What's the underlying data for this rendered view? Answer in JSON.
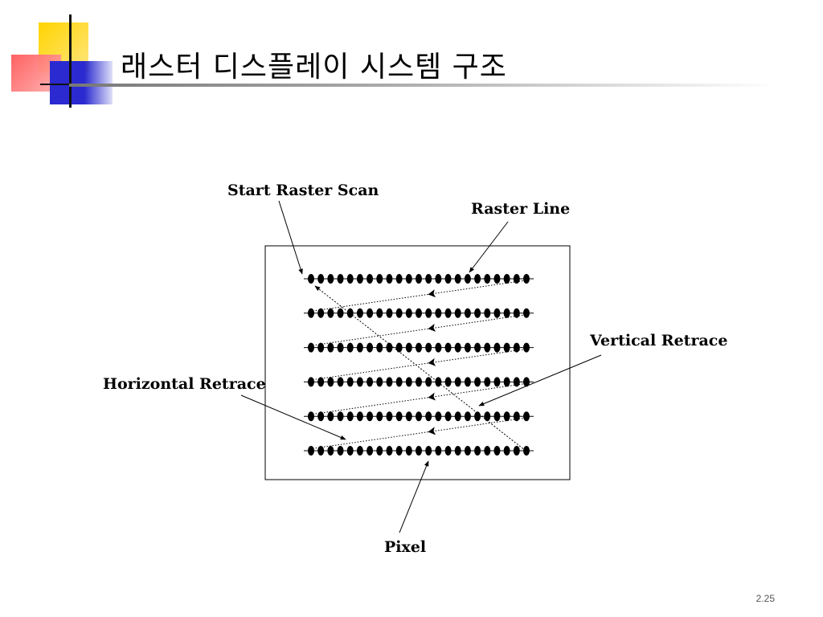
{
  "slide": {
    "title": "래스터 디스플레이 시스템 구조",
    "page_number": "2.25"
  },
  "diagram": {
    "labels": {
      "start_raster_scan": "Start Raster Scan",
      "raster_line": "Raster Line",
      "vertical_retrace": "Vertical Retrace",
      "horizontal_retrace": "Horizontal Retrace",
      "pixel": "Pixel"
    },
    "raster_lines": 6,
    "pixels_per_line": 23,
    "colors": {
      "stroke": "#000000",
      "background": "#ffffff"
    }
  }
}
